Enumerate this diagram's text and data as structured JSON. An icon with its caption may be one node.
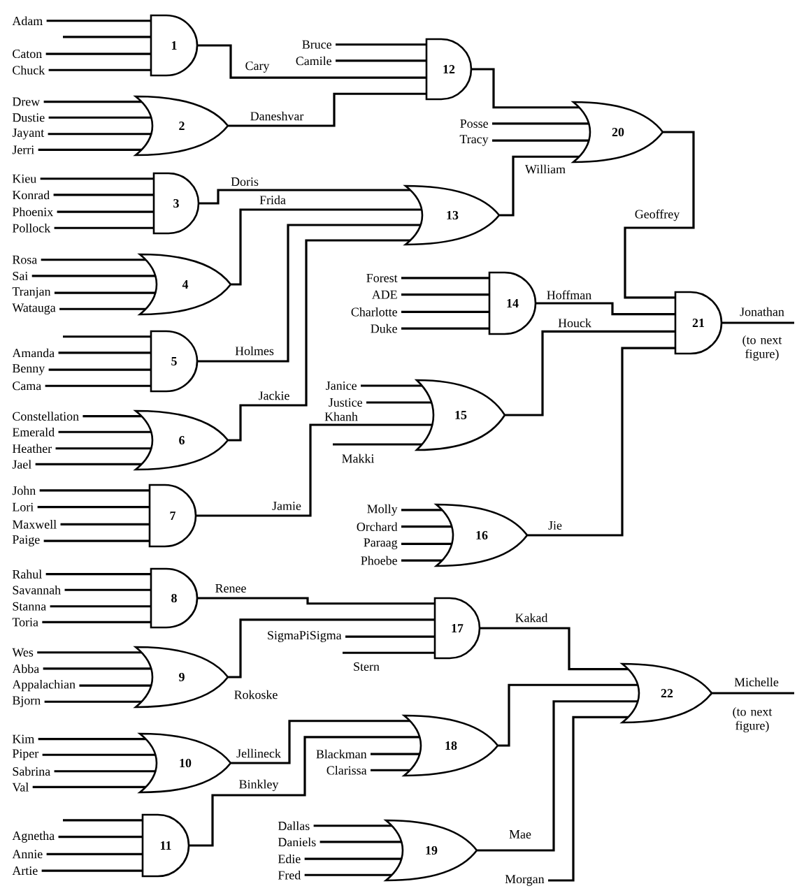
{
  "diagram": {
    "nodes": [
      {
        "text": [
          "1"
        ]
      },
      {
        "text": [
          "2"
        ]
      },
      {
        "text": [
          "3"
        ]
      },
      {
        "text": [
          "4"
        ]
      },
      {
        "text": [
          "5"
        ]
      },
      {
        "text": [
          "6"
        ]
      },
      {
        "text": [
          "7"
        ]
      },
      {
        "text": [
          "8"
        ]
      },
      {
        "text": [
          "9"
        ]
      },
      {
        "text": [
          "10"
        ]
      },
      {
        "text": [
          "11"
        ]
      },
      {
        "text": [
          "12"
        ]
      },
      {
        "text": [
          "13"
        ]
      },
      {
        "text": [
          "14"
        ]
      },
      {
        "text": [
          "15"
        ]
      },
      {
        "text": [
          "16"
        ]
      },
      {
        "text": [
          "17"
        ]
      },
      {
        "text": [
          "18"
        ]
      },
      {
        "text": [
          "19"
        ]
      },
      {
        "text": [
          "20"
        ]
      },
      {
        "text": [
          "21"
        ]
      },
      {
        "text": [
          "22"
        ]
      }
    ],
    "edges": [
      {
        "from": null,
        "to": 0,
        "label": "Adam",
        "arrow": "none"
      },
      {
        "from": null,
        "to": 0,
        "arrow": "none"
      },
      {
        "from": null,
        "to": 0,
        "label": "Caton",
        "arrow": "none"
      },
      {
        "from": null,
        "to": 0,
        "label": "Chuck",
        "arrow": "none"
      },
      {
        "from": null,
        "to": 1,
        "label": "Drew",
        "arrow": "none"
      },
      {
        "from": null,
        "to": 1,
        "label": "Dustie",
        "arrow": "none"
      },
      {
        "from": null,
        "to": 1,
        "label": "Jayant",
        "arrow": "none"
      },
      {
        "from": null,
        "to": 1,
        "label": "Jerri",
        "arrow": "none"
      },
      {
        "from": null,
        "to": 2,
        "label": "Kieu",
        "arrow": "none"
      },
      {
        "from": null,
        "to": 2,
        "label": "Konrad",
        "arrow": "none"
      },
      {
        "from": null,
        "to": 2,
        "label": "Phoenix",
        "arrow": "none"
      },
      {
        "from": null,
        "to": 2,
        "label": "Pollock",
        "arrow": "none"
      },
      {
        "from": null,
        "to": 3,
        "label": "Rosa",
        "arrow": "none"
      },
      {
        "from": null,
        "to": 3,
        "label": "Sai",
        "arrow": "none"
      },
      {
        "from": null,
        "to": 3,
        "label": "Tranjan",
        "arrow": "none"
      },
      {
        "from": null,
        "to": 3,
        "label": "Watauga",
        "arrow": "none"
      },
      {
        "from": null,
        "to": 4,
        "arrow": "none"
      },
      {
        "from": null,
        "to": 4,
        "label": "Amanda",
        "arrow": "none"
      },
      {
        "from": null,
        "to": 4,
        "label": "Benny",
        "arrow": "none"
      },
      {
        "from": null,
        "to": 4,
        "label": "Cama",
        "arrow": "none"
      },
      {
        "from": null,
        "to": 5,
        "label": "Constellation",
        "arrow": "none"
      },
      {
        "from": null,
        "to": 5,
        "label": "Emerald",
        "arrow": "none"
      },
      {
        "from": null,
        "to": 5,
        "label": "Heather",
        "arrow": "none"
      },
      {
        "from": null,
        "to": 5,
        "label": "Jael",
        "arrow": "none"
      },
      {
        "from": null,
        "to": 6,
        "label": "John",
        "arrow": "none"
      },
      {
        "from": null,
        "to": 6,
        "label": "Lori",
        "arrow": "none"
      },
      {
        "from": null,
        "to": 6,
        "label": "Maxwell",
        "arrow": "none"
      },
      {
        "from": null,
        "to": 6,
        "label": "Paige",
        "arrow": "none"
      },
      {
        "from": null,
        "to": 7,
        "label": "Rahul",
        "arrow": "none"
      },
      {
        "from": null,
        "to": 7,
        "label": "Savannah",
        "arrow": "none"
      },
      {
        "from": null,
        "to": 7,
        "label": "Stanna",
        "arrow": "none"
      },
      {
        "from": null,
        "to": 7,
        "label": "Toria",
        "arrow": "none"
      },
      {
        "from": null,
        "to": 8,
        "label": "Wes",
        "arrow": "none"
      },
      {
        "from": null,
        "to": 8,
        "label": "Abba",
        "arrow": "none"
      },
      {
        "from": null,
        "to": 8,
        "label": "Appalachian",
        "arrow": "none"
      },
      {
        "from": null,
        "to": 8,
        "label": "Bjorn",
        "arrow": "none"
      },
      {
        "from": null,
        "to": 9,
        "label": "Kim",
        "arrow": "none"
      },
      {
        "from": null,
        "to": 9,
        "label": "Piper",
        "arrow": "none"
      },
      {
        "from": null,
        "to": 9,
        "label": "Sabrina",
        "arrow": "none"
      },
      {
        "from": null,
        "to": 9,
        "label": "Val",
        "arrow": "none"
      },
      {
        "from": null,
        "to": 10,
        "arrow": "none"
      },
      {
        "from": null,
        "to": 10,
        "label": "Agnetha",
        "arrow": "none"
      },
      {
        "from": null,
        "to": 10,
        "label": "Annie",
        "arrow": "none"
      },
      {
        "from": null,
        "to": 10,
        "label": "Artie",
        "arrow": "none"
      },
      {
        "from": null,
        "to": 11,
        "label": "Bruce",
        "arrow": "none"
      },
      {
        "from": null,
        "to": 11,
        "label": "Camile",
        "arrow": "none"
      },
      {
        "from": 0,
        "to": 11,
        "label": "Cary",
        "arrow": "none"
      },
      {
        "from": 1,
        "to": 11,
        "label": "Daneshvar",
        "arrow": "none"
      },
      {
        "from": 2,
        "to": 12,
        "label": "Doris",
        "arrow": "none"
      },
      {
        "from": 3,
        "to": 12,
        "label": "Frida",
        "arrow": "none"
      },
      {
        "from": 4,
        "to": 12,
        "label": "Holmes",
        "arrow": "none"
      },
      {
        "from": 5,
        "to": 12,
        "label": "Jackie",
        "arrow": "none"
      },
      {
        "from": null,
        "to": 13,
        "label": "Forest",
        "arrow": "none"
      },
      {
        "from": null,
        "to": 13,
        "label": "ADE",
        "arrow": "none"
      },
      {
        "from": null,
        "to": 13,
        "label": "Charlotte",
        "arrow": "none"
      },
      {
        "from": null,
        "to": 13,
        "label": "Duke",
        "arrow": "none"
      },
      {
        "from": null,
        "to": 14,
        "label": "Janice",
        "arrow": "none"
      },
      {
        "from": null,
        "to": 14,
        "label": "Justice",
        "arrow": "none"
      },
      {
        "from": 6,
        "to": 14,
        "label": "Jamie",
        "arrow": "none"
      },
      {
        "from": null,
        "to": 14,
        "label": "Makki",
        "arrow": "none"
      },
      {
        "from": null,
        "to": 15,
        "label": "Molly",
        "arrow": "none"
      },
      {
        "from": null,
        "to": 15,
        "label": "Orchard",
        "arrow": "none"
      },
      {
        "from": null,
        "to": 15,
        "label": "Paraag",
        "arrow": "none"
      },
      {
        "from": null,
        "to": 15,
        "label": "Phoebe",
        "arrow": "none"
      },
      {
        "from": 7,
        "to": 16,
        "label": "Renee",
        "arrow": "none"
      },
      {
        "from": 8,
        "to": 16,
        "label": "Rokoske",
        "arrow": "none"
      },
      {
        "from": null,
        "to": 16,
        "label": "SigmaPiSigma",
        "arrow": "none"
      },
      {
        "from": null,
        "to": 16,
        "label": "Stern",
        "arrow": "none"
      },
      {
        "from": 9,
        "to": 17,
        "label": "Jellineck",
        "arrow": "none"
      },
      {
        "from": 10,
        "to": 17,
        "label": "Binkley",
        "arrow": "none"
      },
      {
        "from": null,
        "to": 17,
        "label": "Blackman",
        "arrow": "none"
      },
      {
        "from": null,
        "to": 17,
        "label": "Clarissa",
        "arrow": "none"
      },
      {
        "from": null,
        "to": 18,
        "label": "Dallas",
        "arrow": "none"
      },
      {
        "from": null,
        "to": 18,
        "label": "Daniels",
        "arrow": "none"
      },
      {
        "from": null,
        "to": 18,
        "label": "Edie",
        "arrow": "none"
      },
      {
        "from": null,
        "to": 18,
        "label": "Fred",
        "arrow": "none"
      },
      {
        "from": 11,
        "to": 19,
        "arrow": "none"
      },
      {
        "from": null,
        "to": 19,
        "label": "Posse",
        "arrow": "none"
      },
      {
        "from": null,
        "to": 19,
        "label": "Tracy",
        "arrow": "none"
      },
      {
        "from": 12,
        "to": 19,
        "label": "William",
        "arrow": "none"
      },
      {
        "from": 19,
        "to": 20,
        "label": "Geoffrey",
        "arrow": "none"
      },
      {
        "from": 13,
        "to": 20,
        "label": "Hoffman",
        "arrow": "none"
      },
      {
        "from": 14,
        "to": 20,
        "label": "Houck",
        "arrow": "none"
      },
      {
        "from": 15,
        "to": 20,
        "label": "Jie",
        "arrow": "none"
      },
      {
        "from": 16,
        "to": 21,
        "label": "Kakad",
        "arrow": "none"
      },
      {
        "from": 17,
        "to": 21,
        "arrow": "none"
      },
      {
        "from": 18,
        "to": 21,
        "label": "Mae",
        "arrow": "none"
      },
      {
        "from": null,
        "to": 21,
        "label": "Morgan",
        "arrow": "none"
      },
      {
        "from": 20,
        "to": null,
        "label": "Jonathan",
        "arrow": "none"
      },
      {
        "from": 21,
        "to": null,
        "label": "Michelle",
        "arrow": "none"
      }
    ],
    "labels": [
      "Khanh",
      "(to next figure)",
      "(to next figure)"
    ]
  }
}
